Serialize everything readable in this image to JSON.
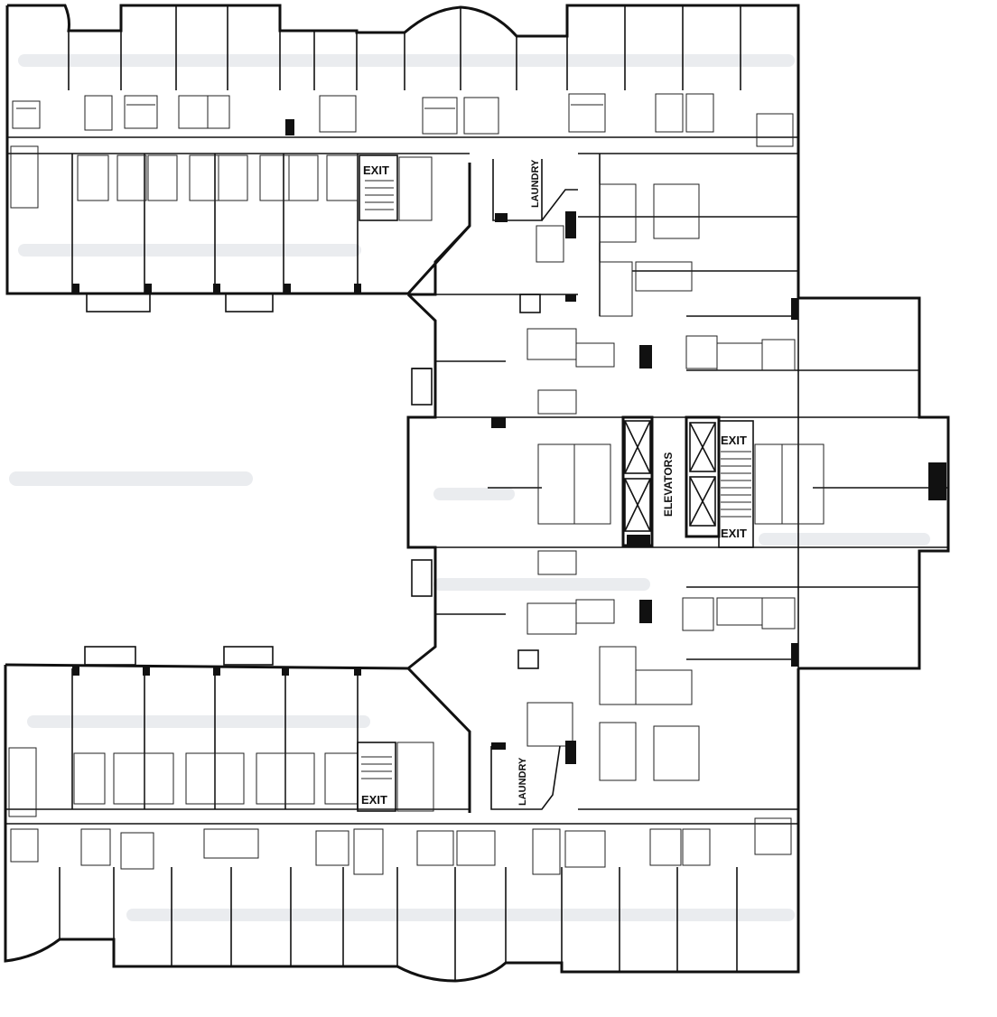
{
  "labels": {
    "exit": "EXIT",
    "laundry": "LAUNDRY",
    "elevators": "ELEVATORS"
  },
  "colors": {
    "ink": "#111111",
    "paper": "#ffffff",
    "faint_text": "#d8dde2"
  }
}
